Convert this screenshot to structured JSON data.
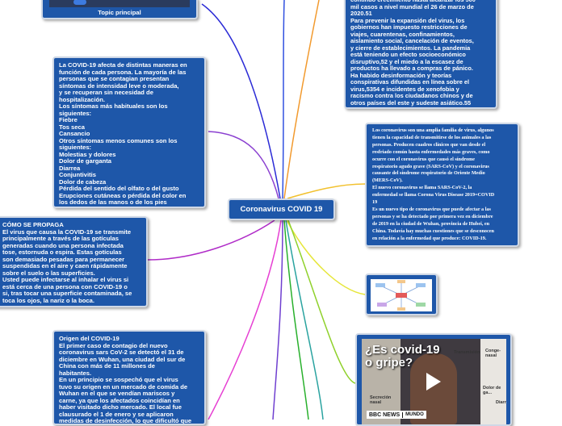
{
  "central": {
    "title": "Coronavirus COVID 19"
  },
  "nodes": {
    "topic_top": {
      "label": "Topic principal"
    },
    "spread": {
      "text": "contínuo crecimiento hasta alcanzar los 500\nmil casos a nivel mundial el 26 de marzo de\n2020.51\nPara prevenir la expansión del virus, los\ngobiernos han impuesto restricciones de\nviajes, cuarentenas, confinamientos,\naislamiento social, cancelación de eventos,\ny cierre de establecimientos. La pandemia\nestá teniendo un efecto socioeconómico\ndisruptivo,52 y el miedo a la escasez de\nproductos ha llevado a compras de pánico.\nHa habido desinformación y teorías\nconspirativas difundidas en línea sobre el\nvirus,5354 e incidentes de xenofobia y\nracismo contra los ciudadanos chinos y de\notros países del este y sudeste asiático.55"
    },
    "symptoms": {
      "text": "La COVID-19 afecta de distintas maneras en\nfunción de cada persona. La mayoría de las\npersonas que se contagian presentan\nsíntomas de intensidad leve o moderada,\ny se recuperan sin necesidad de\nhospitalización.\nLos síntomas más habituales son los\nsiguientes:\nFiebre\nTos seca\nCansancio\nOtros síntomas menos comunes son los\nsiguientes:\nMolestias y dolores\nDolor de garganta\nDiarrea\nConjuntivitis\nDolor de cabeza\nPérdida del sentido del olfato o del gusto\nErupciones cutáneas o pérdida del color en\nlos dedos de las manos o de los pies"
    },
    "definition": {
      "text": "Los coronavirus son una amplia familia de virus, algunos\ntienen la capacidad de transmitirse de los animales a las\npersonas. Producen cuadros clínicos que van desde el\nresfriado común hasta enfermedades más graves, como\nocurre con el coronavirus que causó el síndrome\nrespiratorio agudo grave (SARS-CoV) y el coronavirus\ncausante del síndrome respiratorio de Oriente Medio\n(MERS-CoV).\nEl nuevo coronavirus se llama SARS-CoV-2, la\nenfermedad se llama Corona Virus Disease 2019=COVID\n19\nEs un nuevo tipo de coronavirus que puede afectar a las\npersonas y se ha detectado por primera vez en diciembre\nde 2019 en la ciudad de Wuhan, provincia de Hubei, en\nChina. Todavía hay muchas cuestiones que se desconocen\nen relación a la enfermedad que produce: COVID-19."
    },
    "transmission": {
      "text": "CÓMO SE PROPAGA\nEl virus que causa la COVID-19 se transmite\nprincipalmente a través de las gotículas\ngeneradas cuando una persona infectada\ntose, estornuda o espira. Estas gotículas\nson demasiado pesadas para permanecer\nsuspendidas en el aire y caen rápidamente\nsobre el suelo o las superficies.\nUsted puede infectarse al inhalar el virus si\nestá cerca de una persona con COVID-19 o\nsi, tras tocar una superficie contaminada, se\ntoca los ojos, la nariz o la boca."
    },
    "origin": {
      "text": "Origen del COVID-19\nEl primer caso de contagio del nuevo\ncoronavirus sars CoV-2 se detectó el 31 de\ndiciembre en Wuhan, una ciudad del sur de\nChina con más de 11 millones de\nhabitantes.\nEn un principio se sospechó que el virus\ntuvo su origen en un mercado de comida de\nWuhan en el que se vendían mariscos y\ncarne, ya que los afectados coincidían en\nhaber visitado dicho mercado. El local fue\nclausurado el 1 de enero y se aplicaron\nmedidas de desinfección, lo que dificultó que"
    },
    "video": {
      "headline": "¿Es covid-19\no gripe?",
      "network": "BBC NEWS",
      "lang": "MUNDO",
      "side_labels": [
        "Transmisión",
        "Conge-\nnasal",
        "Secreción\nnasal",
        "Dolor de\nga...",
        "Diarr"
      ]
    }
  },
  "colors": {
    "node_bg": "#1e57a9",
    "node_border": "#cfd8e6",
    "branch_spread": "#f29a2e",
    "branch_top": "#2b2bd6",
    "branch_symptoms": "#8a3fd0",
    "branch_definition": "#f2c12e",
    "branch_transmission": "#b02cc8",
    "branch_origin": "#e63fd3",
    "branch_image": "#e6e63a",
    "branch_video": "#8fd12b",
    "branch_bottom_green": "#28b02c",
    "branch_bottom_teal": "#2aa3a0"
  }
}
